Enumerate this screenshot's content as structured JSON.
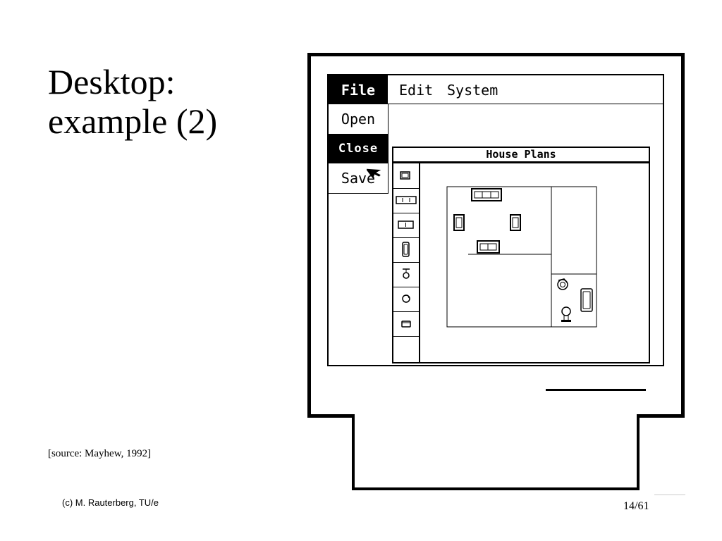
{
  "slide": {
    "title_line1": "Desktop:",
    "title_line2": "example (2)",
    "source": "[source: Mayhew, 1992]",
    "footer_author": "(c) M. Rauterberg, TU/e",
    "page_number": "14/61"
  },
  "menubar": {
    "file_label": "File",
    "edit_label": "Edit",
    "system_label": "System"
  },
  "file_menu": {
    "items": [
      {
        "label": "Open"
      },
      {
        "label": "Close",
        "selected": true
      },
      {
        "label": "Save"
      }
    ]
  },
  "house_plans_window": {
    "title": "House Plans",
    "palette": [
      {
        "icon": "chair-icon"
      },
      {
        "icon": "sofa-icon"
      },
      {
        "icon": "loveseat-icon"
      },
      {
        "icon": "bathtub-icon"
      },
      {
        "icon": "sink-icon"
      },
      {
        "icon": "toilet-icon"
      },
      {
        "icon": "table-icon"
      }
    ]
  },
  "colors": {
    "foreground": "#000000",
    "background": "#ffffff"
  }
}
